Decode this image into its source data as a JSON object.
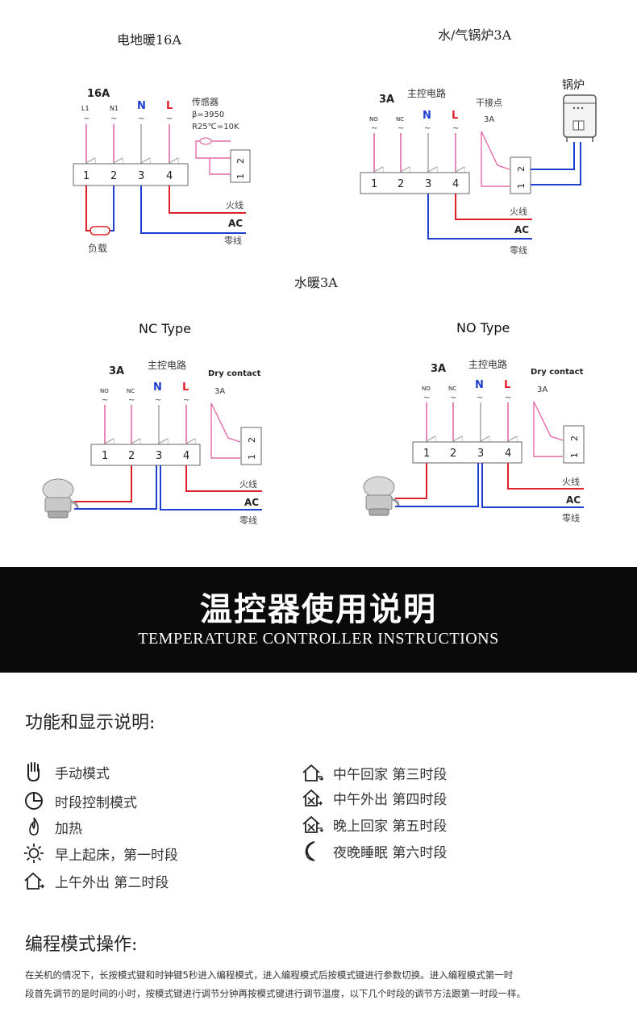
{
  "wiring": {
    "floor_heating": {
      "title": "电地暖16A",
      "rating": "16A",
      "terminals": [
        "L1",
        "N1",
        "N",
        "L"
      ],
      "numbers": [
        "1",
        "2",
        "3",
        "4"
      ],
      "sensor_title": "传感器",
      "sensor_beta": "β=3950",
      "sensor_r": "R25℃=10K",
      "sensor_terminals": [
        "2",
        "1"
      ],
      "load_label": "负载",
      "live_label": "火线",
      "ac_label": "AC",
      "neutral_label": "零线"
    },
    "boiler": {
      "title": "水/气锅炉3A",
      "rating": "3A",
      "main_circuit": "主控电路",
      "dry_contact": "干接点",
      "dry_rating": "3A",
      "boiler_label": "锅炉",
      "terminals": [
        "NO",
        "NC",
        "N",
        "L"
      ],
      "numbers": [
        "1",
        "2",
        "3",
        "4"
      ],
      "contact_terminals": [
        "2",
        "1"
      ],
      "live_label": "火线",
      "ac_label": "AC",
      "neutral_label": "零线"
    },
    "water_heating_title": "水暖3A",
    "nc_type": {
      "title": "NC Type",
      "rating": "3A",
      "main_circuit": "主控电路",
      "dry_contact": "Dry contact",
      "dry_rating": "3A",
      "terminals": [
        "NO",
        "NC",
        "N",
        "L"
      ],
      "numbers": [
        "1",
        "2",
        "3",
        "4"
      ],
      "contact_terminals": [
        "2",
        "1"
      ],
      "live_label": "火线",
      "ac_label": "AC",
      "neutral_label": "零线"
    },
    "no_type": {
      "title": "NO Type",
      "rating": "3A",
      "main_circuit": "主控电路",
      "dry_contact": "Dry contact",
      "dry_rating": "3A",
      "terminals": [
        "NO",
        "NC",
        "N",
        "L"
      ],
      "numbers": [
        "1",
        "2",
        "3",
        "4"
      ],
      "contact_terminals": [
        "2",
        "1"
      ],
      "live_label": "火线",
      "ac_label": "AC",
      "neutral_label": "零线"
    }
  },
  "colors": {
    "live_wire": "#e0202a",
    "neutral_wire": "#1f3fd0",
    "signal_wire": "#e36aa8",
    "label_blue": "#1f3fd0",
    "label_red": "#e0202a",
    "banner_bg": "#0a0a0a"
  },
  "banner": {
    "title_zh": "温控器使用说明",
    "title_en": "TEMPERATURE CONTROLLER INSTRUCTIONS"
  },
  "functions": {
    "heading": "功能和显示说明:",
    "left": [
      {
        "icon": "hand-icon",
        "label": "手动模式"
      },
      {
        "icon": "clock-icon",
        "label": "时段控制模式"
      },
      {
        "icon": "flame-icon",
        "label": "加热"
      },
      {
        "icon": "sun-icon",
        "label": "早上起床，第一时段"
      },
      {
        "icon": "house-leave-icon",
        "label": "上午外出 第二时段"
      }
    ],
    "right": [
      {
        "icon": "house-return-icon",
        "label": "中午回家 第三时段"
      },
      {
        "icon": "house-x-leave-icon",
        "label": "中午外出 第四时段"
      },
      {
        "icon": "house-x-return-icon",
        "label": "晚上回家 第五时段"
      },
      {
        "icon": "moon-icon",
        "label": "夜晚睡眠 第六时段"
      }
    ]
  },
  "programming": {
    "heading": "编程模式操作:",
    "line1": "在关机的情况下，长按模式键和时钟键5秒进入编程模式，进入编程模式后按模式键进行参数切换。进入编程模式第一时",
    "line2": "段首先调节的是时间的小时，按模式键进行调节分钟再按模式键进行调节温度，以下几个时段的调节方法跟第一时段一样。"
  }
}
